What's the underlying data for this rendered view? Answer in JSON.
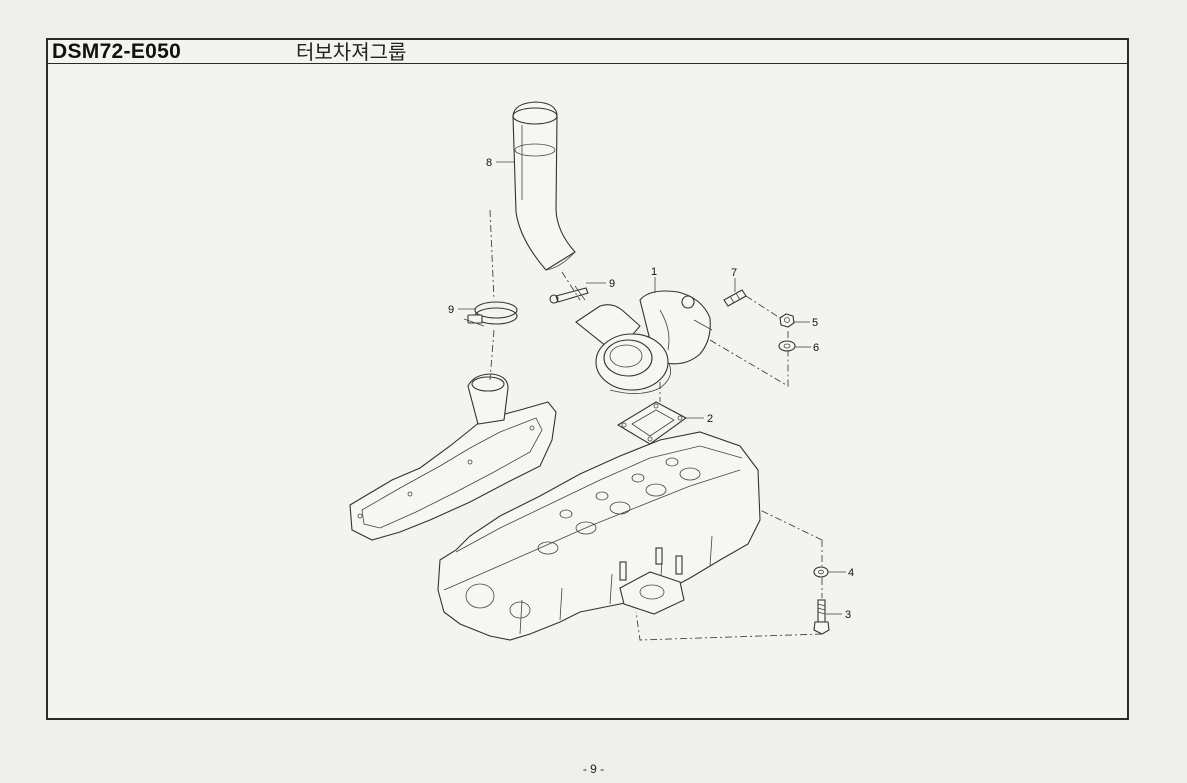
{
  "header": {
    "code": "DSM72-E050",
    "title": "터보차져그룹"
  },
  "callouts": {
    "c1": "1",
    "c2": "2",
    "c3": "3",
    "c4": "4",
    "c5": "5",
    "c6": "6",
    "c7": "7",
    "c8": "8",
    "c9a": "9",
    "c9b": "9"
  },
  "footer": {
    "page": "- 9 -"
  }
}
